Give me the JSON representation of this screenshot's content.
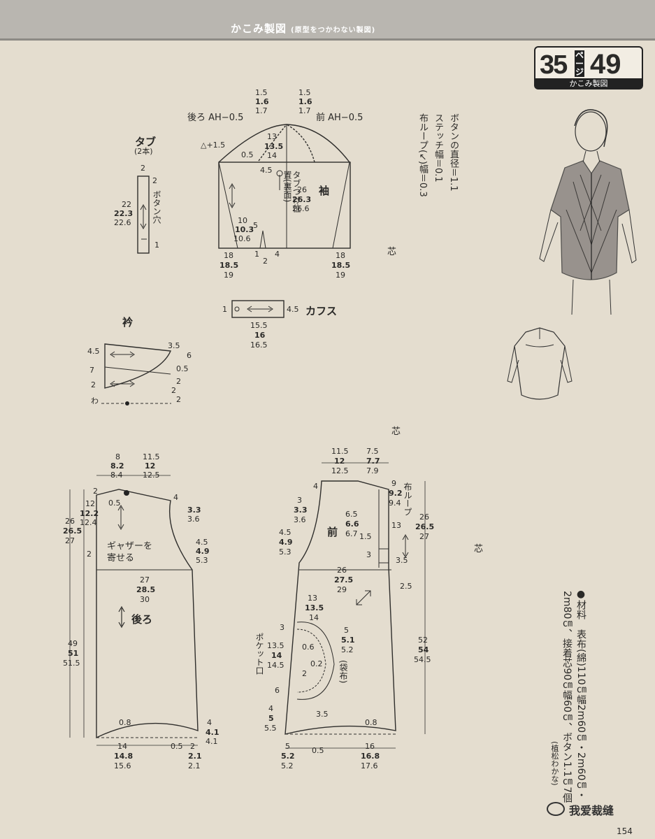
{
  "header": {
    "title": "かこみ製図",
    "subtitle": "(原型をつかわない製図)"
  },
  "badge": {
    "left_num": "35",
    "kana": "ページ",
    "right_num": "49",
    "caption": "かこみ製図"
  },
  "notes": {
    "button_dia": "ボタンの直径＝1.1",
    "stitch": "ステッチ幅＝0.1",
    "loop": "布ループ(↙)幅＝0.3"
  },
  "materials": {
    "line1": "●材料　表布(綿)110㎝幅2m60㎝・2m60㎝・",
    "line2": "2m80㎝、接着芯90㎝幅60㎝、ボタン1.1㎝7個",
    "credit": "(植松わかな)"
  },
  "parts": {
    "tab": "タブ",
    "tab_qty": "(2本)",
    "buttonhole": "ボタン穴",
    "sleeve": "袖",
    "tab_pos": "タブつけ位置(裏面)",
    "cuff": "カフス",
    "collar": "衿",
    "back": "後ろ",
    "front": "前",
    "gather": "ギャザーを",
    "gather2": "寄せる",
    "loop_label": "布ループ",
    "pocket_mouth": "ポケット口",
    "pocket_bag": "(袋布)",
    "shin": "芯",
    "back_ah": "後ろ AH−0.5",
    "front_ah": "前 AH−0.5",
    "tri": "△+1.5",
    "wa": "わ"
  },
  "dims": {
    "s_15a": "1.5",
    "s_16a": "1.6",
    "s_17a": "1.7",
    "s_15b": "1.5",
    "s_16b": "1.6",
    "s_17b": "1.7",
    "s_13": "13",
    "s_135": "13.5",
    "s_14": "14",
    "s_05": "0.5",
    "s_45": "4.5",
    "s_26": "26",
    "s_263": "26.3",
    "s_266": "26.6",
    "s_10": "10",
    "s_103": "10.3",
    "s_106": "10.6",
    "s_5": "5",
    "s_1": "1",
    "s_2": "2",
    "s_4": "4",
    "s_18a": "18",
    "s_185a": "18.5",
    "s_19a": "19",
    "s_18b": "18",
    "s_185b": "18.5",
    "s_19b": "19",
    "t_2": "2",
    "t_2b": "2",
    "t_22": "22",
    "t_223": "22.3",
    "t_226": "22.6",
    "t_1": "1",
    "c_1": "1",
    "c_45": "4.5",
    "c_155": "15.5",
    "c_16": "16",
    "c_165": "16.5",
    "k_45": "4.5",
    "k_35": "3.5",
    "k_6": "6",
    "k_05": "0.5",
    "k_7": "7",
    "k_2a": "2",
    "k_2b": "2",
    "k_2c": "2",
    "k_2d": "2",
    "b_8": "8",
    "b_82": "8.2",
    "b_84": "8.4",
    "b_115": "11.5",
    "b_12": "12",
    "b_125": "12.5",
    "b_2": "2",
    "b_12v": "12",
    "b_122": "12.2",
    "b_124": "12.4",
    "b_05": "0.5",
    "b_4": "4",
    "b_33": "3.3",
    "b_36": "3.6",
    "b_26": "26",
    "b_265": "26.5",
    "b_27": "27",
    "b_45": "4.5",
    "b_49": "4.9",
    "b_53": "5.3",
    "b_2g": "2",
    "b_27w": "27",
    "b_285": "28.5",
    "b_30": "30",
    "b_49v": "49",
    "b_51": "51",
    "b_515": "51.5",
    "b_08": "0.8",
    "b_4h": "4",
    "b_41a": "4.1",
    "b_41b": "4.1",
    "b_14": "14",
    "b_148": "14.8",
    "b_156": "15.6",
    "b_05h": "0.5",
    "b_2h": "2",
    "b_21": "2.1",
    "b_21b": "2.1",
    "f_115": "11.5",
    "f_12": "12",
    "f_125": "12.5",
    "f_75": "7.5",
    "f_77": "7.7",
    "f_79": "7.9",
    "f_4": "4",
    "f_3": "3",
    "f_33": "3.3",
    "f_36": "3.6",
    "f_9": "9",
    "f_92": "9.2",
    "f_94": "9.4",
    "f_65": "6.5",
    "f_66": "6.6",
    "f_67": "6.7",
    "f_13": "13",
    "f_15": "1.5",
    "f_26r": "26",
    "f_265r": "26.5",
    "f_27r": "27",
    "f_45": "4.5",
    "f_49": "4.9",
    "f_53": "5.3",
    "f_3b": "3",
    "f_35": "3.5",
    "f_26w": "26",
    "f_275": "27.5",
    "f_29": "29",
    "f_25": "2.5",
    "f_13p": "13",
    "f_135p": "13.5",
    "f_14p": "14",
    "f_3p": "3",
    "f_5p": "5",
    "f_51": "5.1",
    "f_52p": "5.2",
    "f_135m": "13.5",
    "f_14m": "14",
    "f_145m": "14.5",
    "f_06": "0.6",
    "f_02": "0.2",
    "f_2p": "2",
    "f_6p": "6",
    "f_35p": "3.5",
    "f_52v": "52",
    "f_54": "54",
    "f_545": "54.5",
    "f_4h": "4",
    "f_5h": "5",
    "f_55h": "5.5",
    "f_08": "0.8",
    "f_5b": "5",
    "f_52b": "5.2",
    "f_52c": "5.2",
    "f_05b": "0.5",
    "f_16": "16",
    "f_168": "16.8",
    "f_176": "17.6"
  },
  "footer": {
    "watermark": "我爱裁缝",
    "page": "154"
  }
}
